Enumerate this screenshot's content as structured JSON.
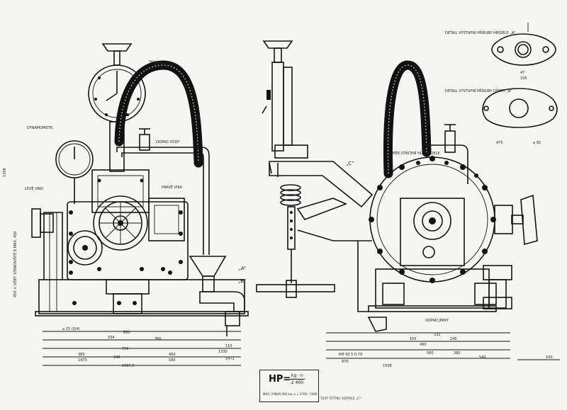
{
  "drawing": {
    "labels": {
      "dynamometer": "DYNAMOMETR",
      "left_side": "LEVÉ VIKO",
      "right_side": "PRAVÉ VIKO",
      "hose_top": "HADICE VODY",
      "nozzle": "ODPAD VODY",
      "point_a": "„A“",
      "point_b": "„B“",
      "point_c": "„C“",
      "spin_note": "SMĚR OTÁČENÍ\nHL. HŘÍDELE",
      "drain": "ODPAD JÍMKY",
      "detail_a": "DETAIL VÝSTUPNÍ PŘÍRUBY HŘÍDELE „A“",
      "detail_b": "DETAIL VÝSTUPNÍ PŘÍRUBY DÝMKY „B“",
      "rotated_note": "450 × VERT. STANOVIŠTĚ 8 MAX. 450"
    },
    "dimensions": {
      "d1": "⌀ 25 (3/4)",
      "d2": "334",
      "d3": "650",
      "d4": "386",
      "d5": "790",
      "d6": "380",
      "d7": "1473",
      "d8": "240",
      "d9": "1007,5",
      "d10": "460",
      "d11": "580",
      "d12": "1330",
      "d13": "1471",
      "d14": "110",
      "d15": "1308",
      "d16": "KM 42 5 0,79",
      "d17": "870",
      "d18": "1508",
      "d19": "332",
      "d20": "245",
      "d21": "490",
      "d22": "165",
      "d23": "580",
      "d24": "280",
      "d25": "540",
      "d26": "160",
      "d27": "⌀ 30",
      "d28": "475",
      "d29": "47",
      "d30": "105"
    },
    "formula": {
      "hp": "HP",
      "equals": "=",
      "numerator": "kg · n",
      "denominator": "2 400",
      "note": "MAX. VÝKON 400 kw, n = 2700 - 5000"
    },
    "caption": "TEXT ŠTÍTKU VZORCE „C“"
  }
}
